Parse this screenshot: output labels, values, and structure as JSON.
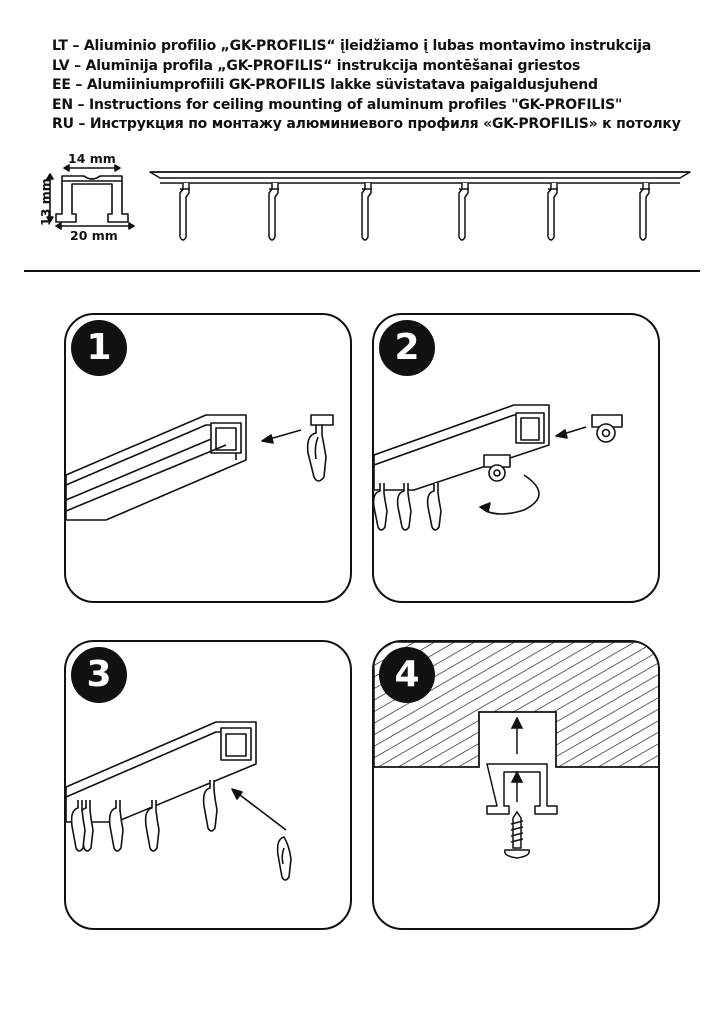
{
  "titles": [
    {
      "code": "LT",
      "text": "LT – Aliuminio profilio „GK-PROFILIS“ įleidžiamo į lubas montavimo instrukcija"
    },
    {
      "code": "LV",
      "text": "LV – Alumīnija profila „GK-PROFILIS“ instrukcija montēšanai griestos"
    },
    {
      "code": "EE",
      "text": "EE – Alumiiniumprofiili GK-PROFILIS  lakke süvistatava paigaldusjuhend"
    },
    {
      "code": "EN",
      "text": "EN – Instructions for ceiling mounting of aluminum profiles \"GK-PROFILIS\""
    },
    {
      "code": "RU",
      "text": "RU –  Инструкция по монтажу алюминиевого профиля «GK-PROFILIS» к потолку"
    }
  ],
  "dimensions": {
    "top_width": "14 mm",
    "height": "13 mm",
    "bottom_width": "20 mm"
  },
  "steps": [
    {
      "number": "1"
    },
    {
      "number": "2"
    },
    {
      "number": "3"
    },
    {
      "number": "4"
    }
  ],
  "icons": [
    "profile-section-icon",
    "ceiling-rail-icon",
    "hook-glider-icon",
    "wheel-runner-icon",
    "arrow-icon",
    "rotation-arrow-icon",
    "screw-icon"
  ]
}
